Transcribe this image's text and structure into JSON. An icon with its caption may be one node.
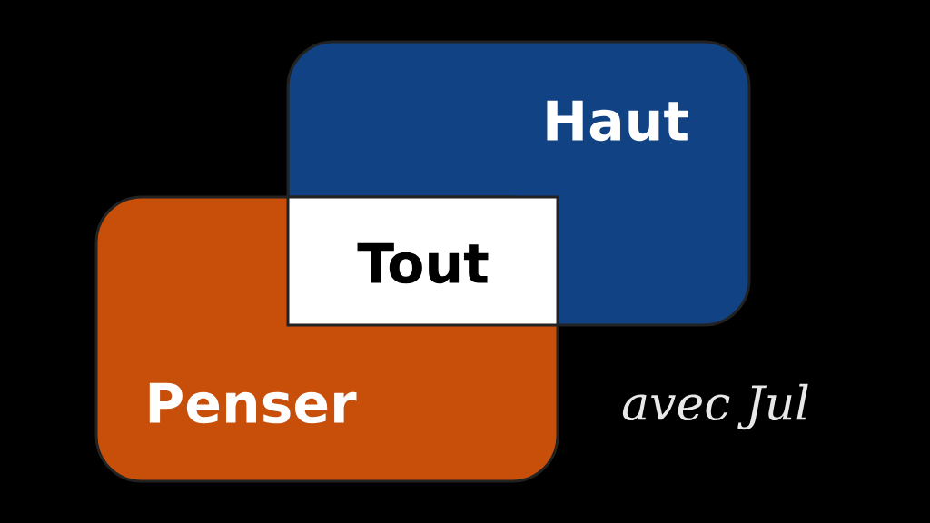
{
  "diagram": {
    "nodes": [
      {
        "text": [
          "Haut"
        ]
      },
      {
        "text": [
          "Tout"
        ]
      },
      {
        "text": [
          "Penser"
        ]
      }
    ],
    "labels": [
      "avec Jul"
    ]
  }
}
